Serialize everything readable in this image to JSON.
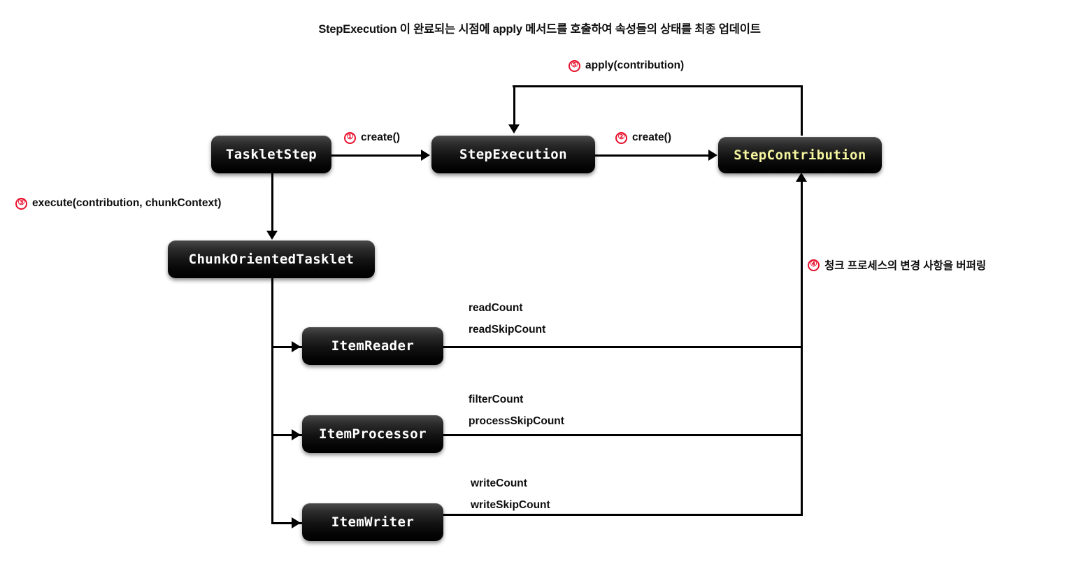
{
  "diagram": {
    "title": "StepExecution 이 완료되는 시점에 apply 메서드를 호출하여 속성들의 상태를 최종 업데이트",
    "accent_color": "#f6f6a0",
    "marker_color": "#e8112d",
    "node_fill": "#000000",
    "nodes": [
      {
        "id": "tasklet-step",
        "label": "TaskletStep"
      },
      {
        "id": "step-execution",
        "label": "StepExecution"
      },
      {
        "id": "step-contribution",
        "label": "StepContribution"
      },
      {
        "id": "chunk-oriented-tasklet",
        "label": "ChunkOrientedTasklet"
      },
      {
        "id": "item-reader",
        "label": "ItemReader"
      },
      {
        "id": "item-processor",
        "label": "ItemProcessor"
      },
      {
        "id": "item-writer",
        "label": "ItemWriter"
      }
    ],
    "steps": [
      {
        "num": "①",
        "label": "create()"
      },
      {
        "num": "②",
        "label": "create()"
      },
      {
        "num": "③",
        "label": "execute(contribution, chunkContext)"
      },
      {
        "num": "④",
        "label": "청크 프로세스의 변경 사항을 버퍼링"
      },
      {
        "num": "⑤",
        "label": "apply(contribution)"
      }
    ],
    "properties": [
      {
        "source": "item-reader",
        "lines": [
          "readCount",
          "readSkipCount"
        ]
      },
      {
        "source": "item-processor",
        "lines": [
          "filterCount",
          "processSkipCount"
        ]
      },
      {
        "source": "item-writer",
        "lines": [
          "writeCount",
          "writeSkipCount"
        ]
      }
    ]
  }
}
